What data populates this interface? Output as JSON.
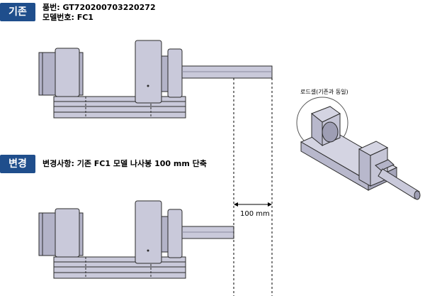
{
  "labels": {
    "before": "기존",
    "after": "변경"
  },
  "before_info": {
    "part_number": "품번: GT720200703220272",
    "model_number": "모델번호: FC1"
  },
  "change_info": "변경사항: 기존 FC1 모델 나사봉 100 mm 단축",
  "dimension": "100 mm",
  "iso_note": "로드셀(기존과 동일)",
  "colors": {
    "badge": "#1f4e8c",
    "part_fill": "#c9c9da",
    "part_fill_dark": "#b3b3c8",
    "part_stroke": "#2b2b2b"
  }
}
